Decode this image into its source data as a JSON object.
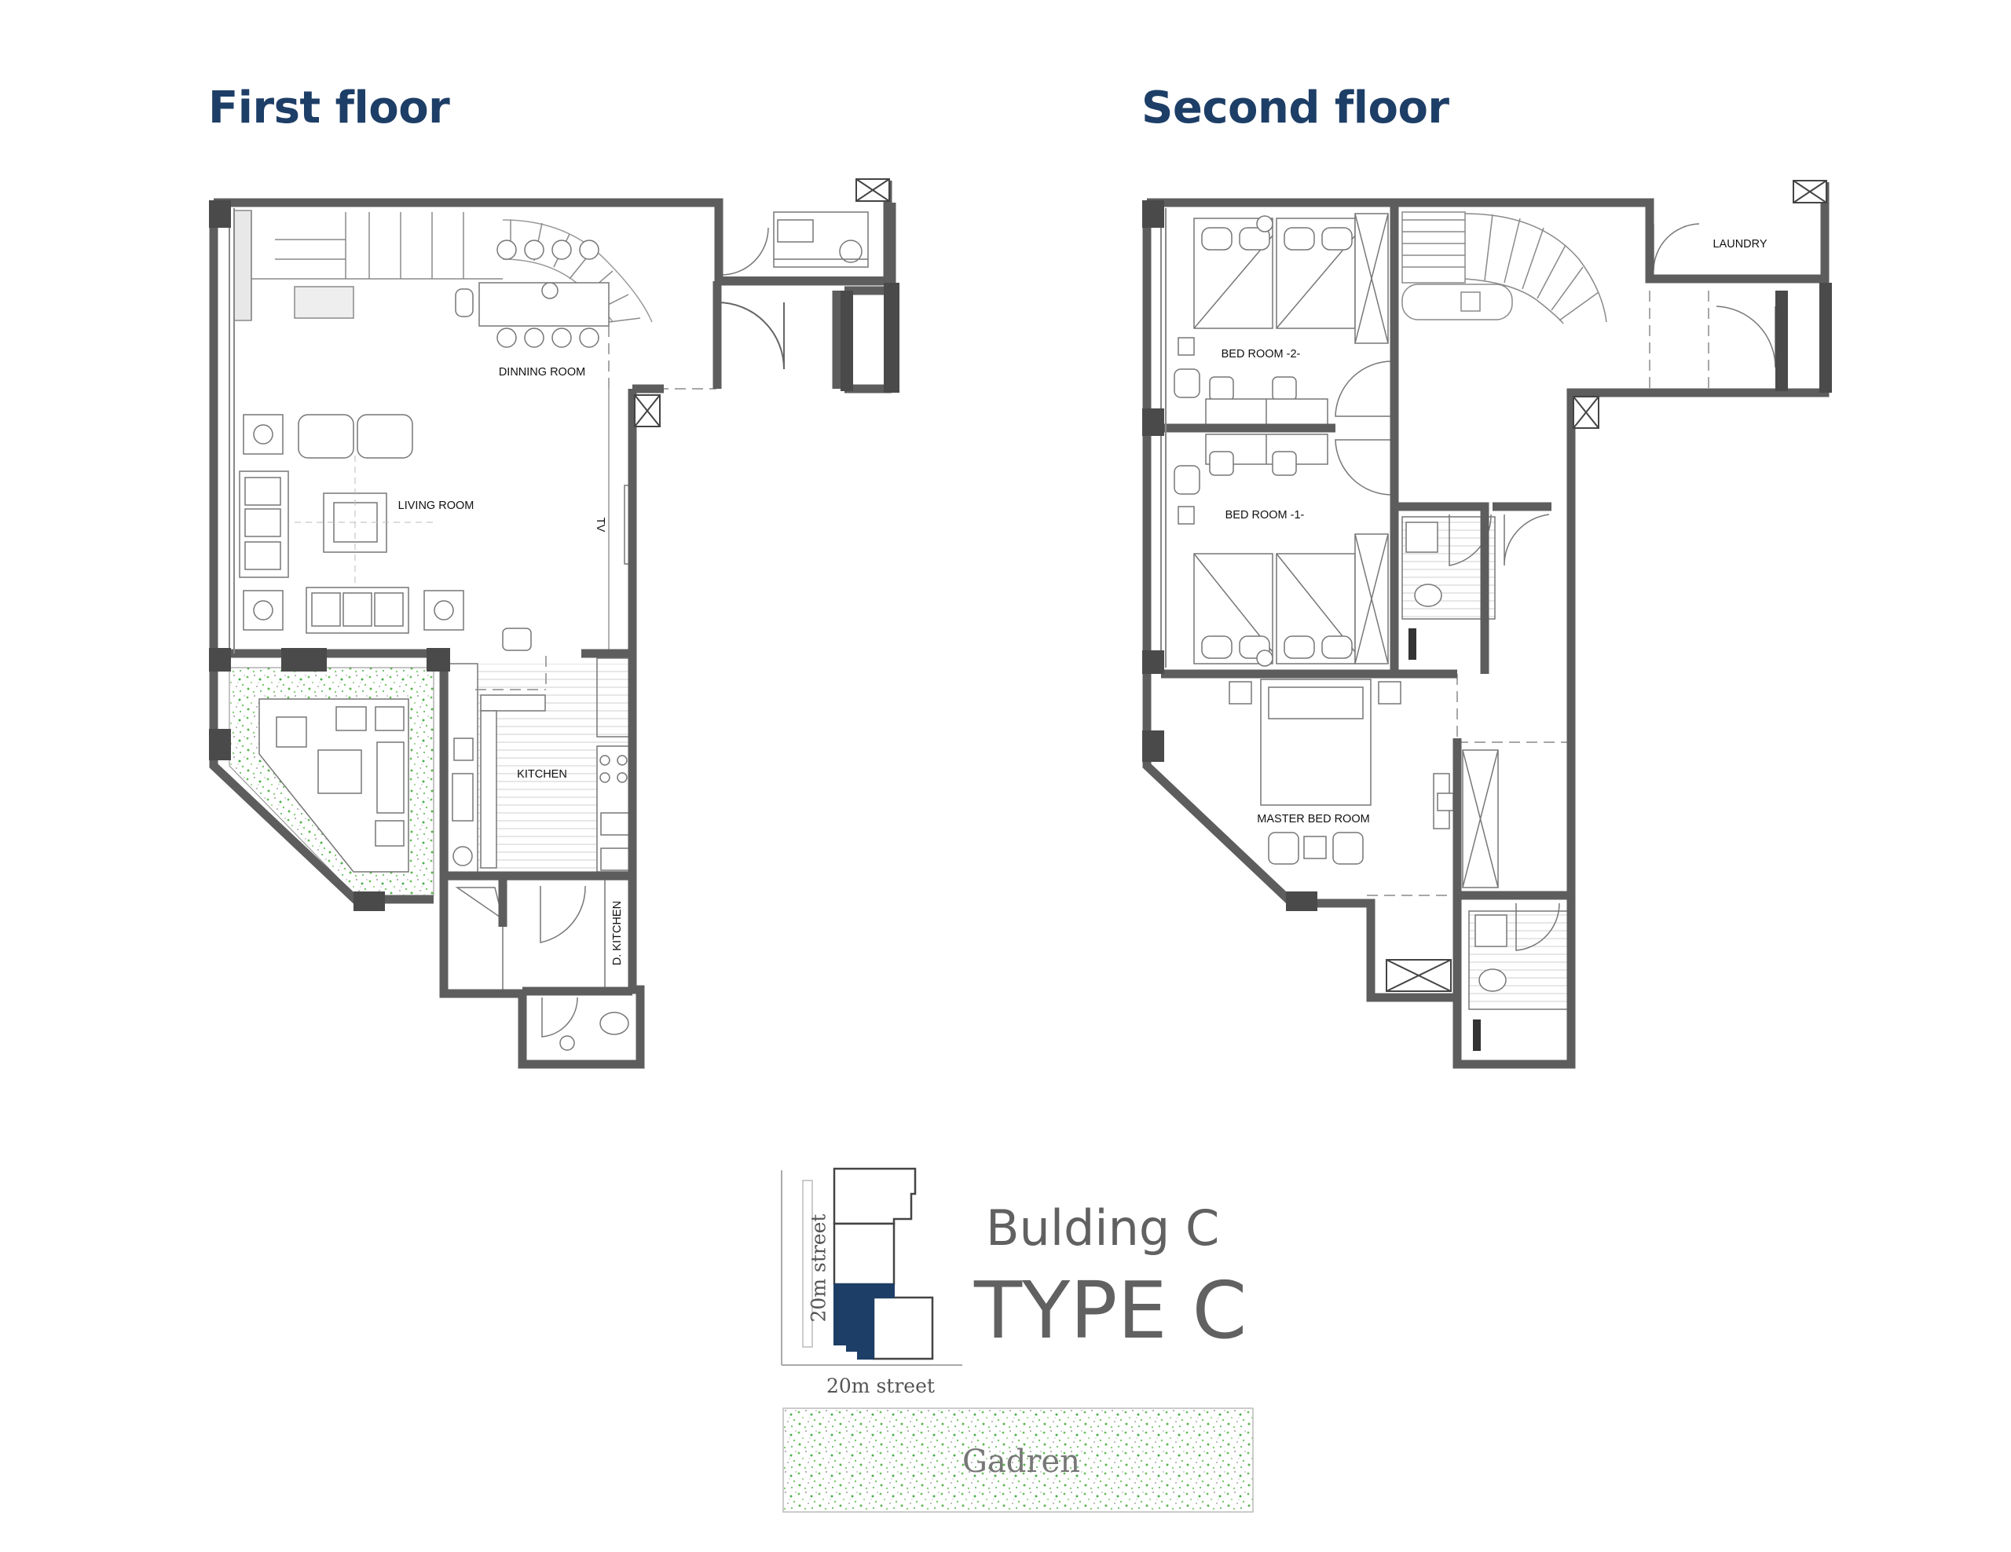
{
  "titles": {
    "first_floor": "First floor",
    "second_floor": "Second floor"
  },
  "first_floor": {
    "rooms": {
      "dinning": "DINNING ROOM",
      "living": "LIVING ROOM",
      "tv": "TV",
      "kitchen": "KITCHEN",
      "d_kitchen": "D. KITCHEN"
    }
  },
  "second_floor": {
    "rooms": {
      "laundry": "LAUNDRY",
      "bed2": "BED ROOM -2-",
      "bed1": "BED ROOM -1-",
      "master": "MASTER BED ROOM"
    }
  },
  "key_plan": {
    "building": "Bulding C",
    "type": "TYPE C",
    "street_side": "20m street",
    "street_bottom": "20m street",
    "garden": "Gadren"
  },
  "colors": {
    "title": "#1d3e66",
    "wall": "#5d5d5d",
    "line": "#8a8a8a",
    "garden_green": "#4caf50",
    "highlight": "#1d3e66"
  }
}
